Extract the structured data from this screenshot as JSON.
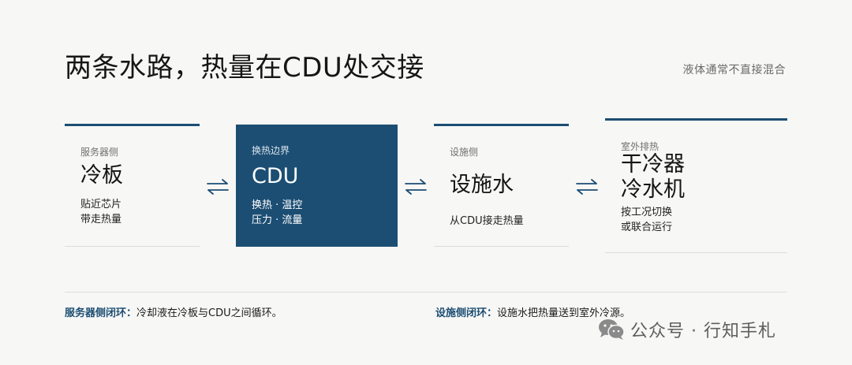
{
  "title": "两条水路，热量在CDU处交接",
  "subtitle": "液体通常不直接混合",
  "colors": {
    "accent": "#1c4e73",
    "background": "#f7f7f5"
  },
  "cards": {
    "server": {
      "caption": "服务器侧",
      "head": "冷板",
      "desc": [
        "贴近芯片",
        "带走热量"
      ]
    },
    "cdu": {
      "caption": "换热边界",
      "head": "CDU",
      "desc": [
        "换热 · 温控",
        "压力 · 流量"
      ]
    },
    "facility": {
      "caption": "设施侧",
      "head": "设施水",
      "desc": [
        "从CDU接走热量"
      ]
    },
    "outdoor": {
      "caption": "室外排热",
      "head": [
        "干冷器",
        "冷水机"
      ],
      "desc": [
        "按工况切换",
        "或联合运行"
      ]
    }
  },
  "arrows": [
    "exchange-arrows-icon",
    "exchange-arrows-icon",
    "exchange-arrows-icon"
  ],
  "notes": {
    "left": {
      "label": "服务器侧闭环：",
      "text": "冷却液在冷板与CDU之间循环。"
    },
    "right": {
      "label": "设施侧闭环：",
      "text": "设施水把热量送到室外冷源。"
    }
  },
  "watermark": {
    "text": "公众号 · 行知手札",
    "icon": "wechat-icon"
  }
}
